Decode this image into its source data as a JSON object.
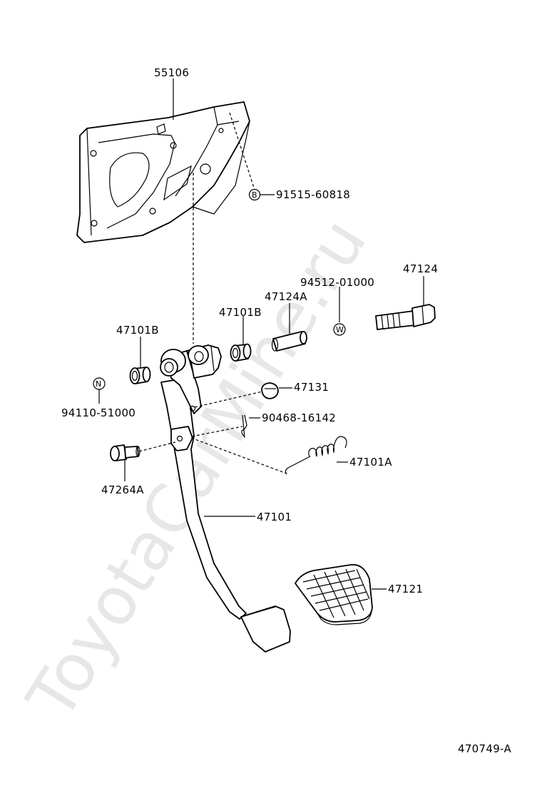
{
  "watermark": "ToyotaCarMine.ru",
  "figure_id": "470749-A",
  "symbols": {
    "b": "B",
    "n": "N",
    "w": "W"
  },
  "labels": {
    "bracket": "55106",
    "bolt_91515": "91515-60818",
    "bolt_47124": "47124",
    "washer_94512": "94512-01000",
    "sleeve_47124a": "47124A",
    "bushing_right": "47101B",
    "bushing_left": "47101B",
    "nut_94110": "94110-51000",
    "stopper_47131": "47131",
    "clip_90468": "90468-16142",
    "spring_47101a": "47101A",
    "pin_47264a": "47264A",
    "pedal_arm": "47101",
    "pedal_pad": "47121"
  }
}
